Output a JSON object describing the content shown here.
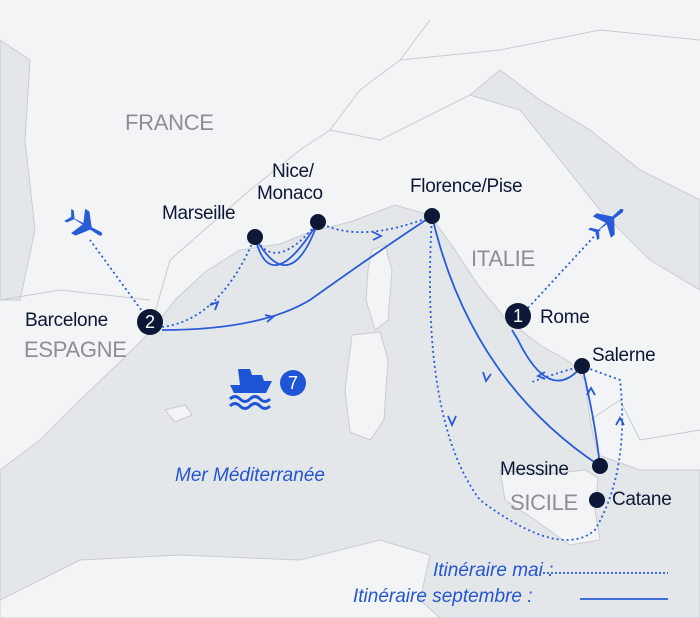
{
  "countries": {
    "france": "FRANCE",
    "spain": "ESPAGNE",
    "italy": "ITALIE",
    "sicily": "SICILE"
  },
  "sea_label": "Mer Méditerranée",
  "cities": {
    "barcelona": {
      "name": "Barcelone",
      "badge": "2"
    },
    "marseille": {
      "name": "Marseille"
    },
    "nice": {
      "name_line1": "Nice/",
      "name_line2": "Monaco"
    },
    "florence": {
      "name": "Florence/Pise"
    },
    "rome": {
      "name": "Rome",
      "badge": "1"
    },
    "salerno": {
      "name": "Salerne"
    },
    "messina": {
      "name": "Messine"
    },
    "catania": {
      "name": "Catane"
    }
  },
  "cruise": {
    "icon": "ship-icon",
    "nights": "7"
  },
  "flights": [
    "plane-icon",
    "plane-icon"
  ],
  "legend": {
    "may": "Itinéraire mai :",
    "september": "Itinéraire septembre :"
  },
  "colors": {
    "route": "#2a5bd7",
    "port": "#0d1836",
    "badge_blue": "#1d55d6",
    "sea": "#e4e7ea",
    "land": "#f3f4f5",
    "border": "#c9ccd0"
  }
}
